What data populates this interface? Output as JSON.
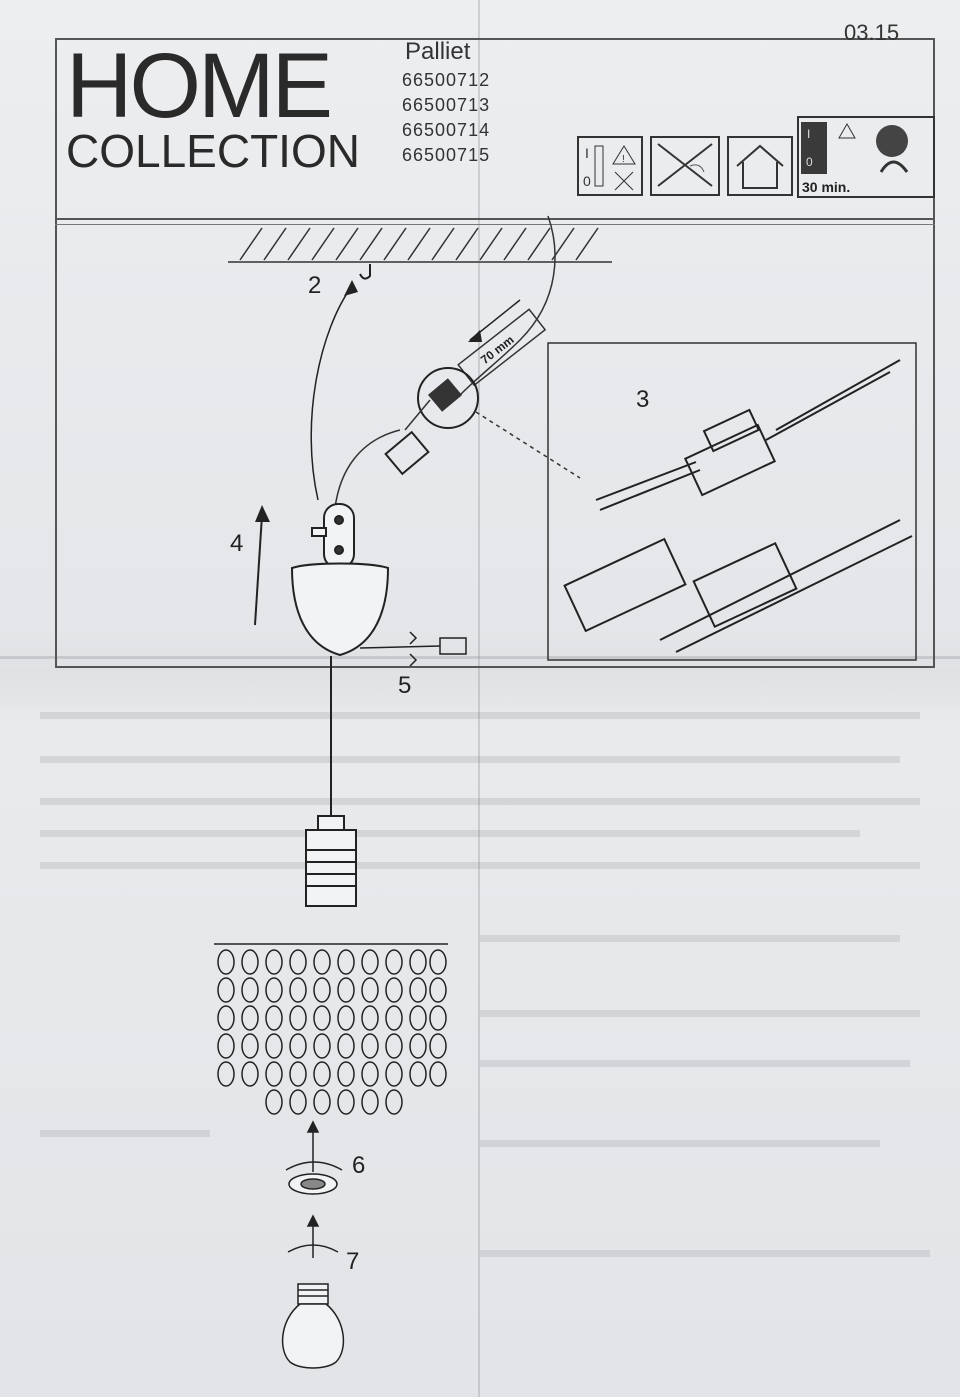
{
  "document": {
    "brand_line1": "HOME",
    "brand_line2": "COLLECTION",
    "product_name": "Palliet",
    "product_codes": [
      "66500712",
      "66500713",
      "66500714",
      "66500715"
    ],
    "date": "03.15"
  },
  "icons": {
    "switch_off": "power-off-icon",
    "no_damp": "no-wet-rooms-icon",
    "indoor": "indoor-use-icon",
    "cool_down": "hot-surface-icon",
    "cool_down_time": "30 min."
  },
  "steps": {
    "step2": "2",
    "step3": "3",
    "step4": "4",
    "step5": "5",
    "step6": "6",
    "step7": "7",
    "strip_length": "70 mm"
  },
  "colors": {
    "line": "#2b2b2b",
    "paper": "#e8eaec"
  }
}
